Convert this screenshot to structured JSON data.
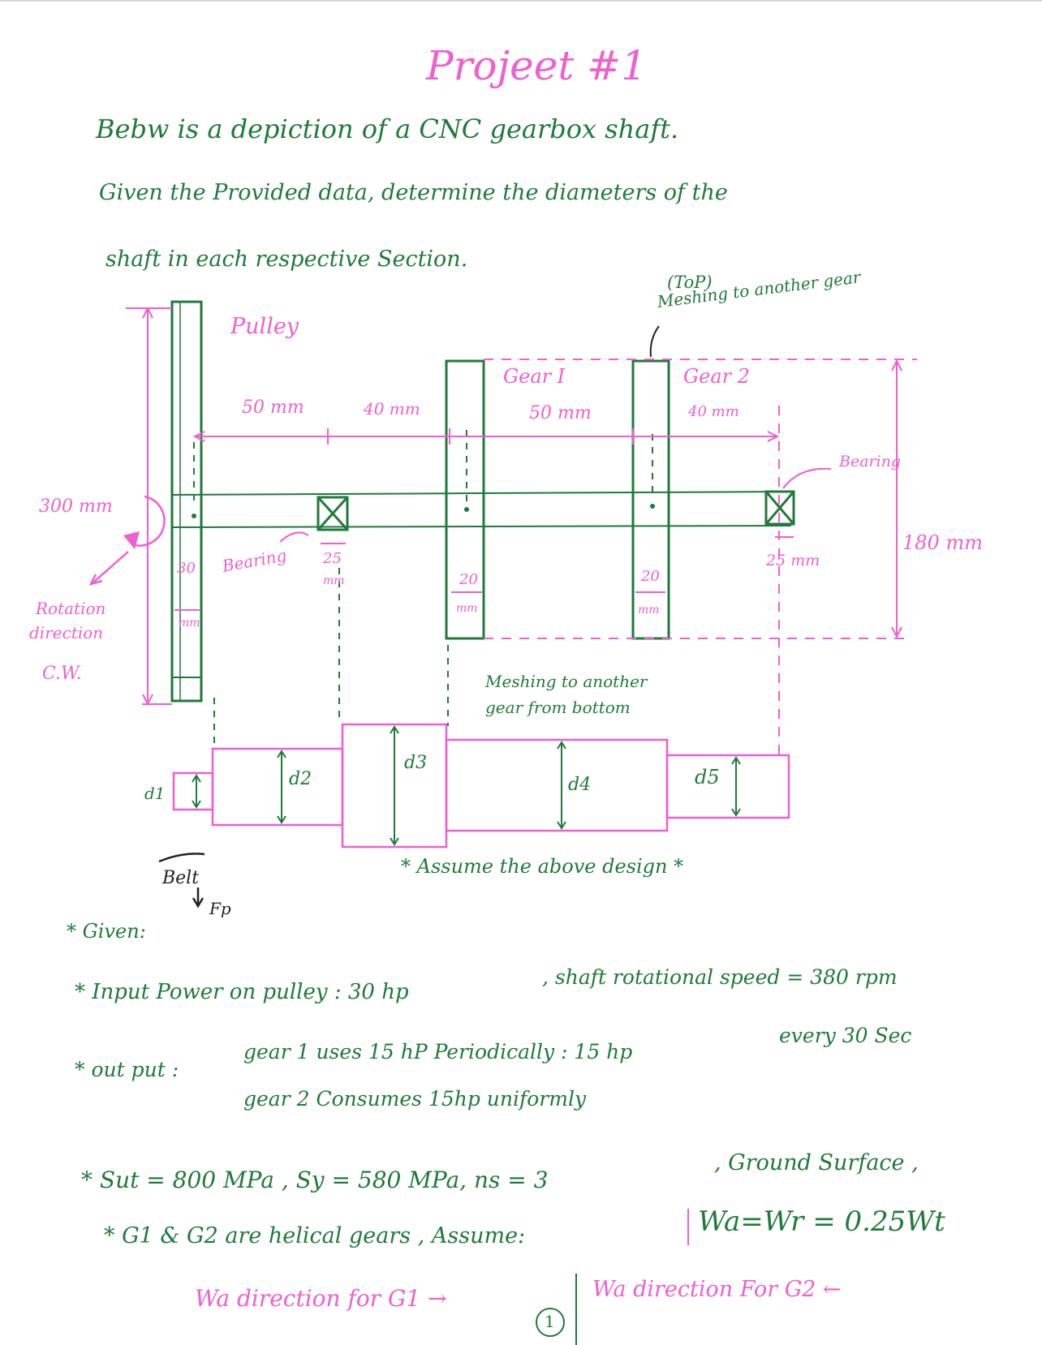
{
  "title": "Projeet #1",
  "intro": {
    "line1": "Bebw is a depiction of a CNC gearbox shaft.",
    "line2": "Given the Provided data, determine the diameters of the",
    "line3": "shaft in each respective Section."
  },
  "diagram": {
    "top_note": {
      "line1": "(ToP)",
      "line2": "Meshing to another gear"
    },
    "pulley": "Pulley",
    "gear1": "Gear I",
    "gear2": "Gear 2",
    "dim_50_left": "50 mm",
    "dim_40_left": "40 mm",
    "dim_50_mid": "50 mm",
    "dim_40_right": "40 mm",
    "dim_300": "300 mm",
    "rotation": {
      "line1": "Rotation",
      "line2": "direction",
      "line3": "C.W."
    },
    "dim_30": "30",
    "dim_30_unit": "mm",
    "bearing_left": "Bearing",
    "bearing_right": "Bearing",
    "dim_25_left": "25",
    "dim_25_left_unit": "mm",
    "dim_20_g1": "20",
    "dim_20_g1_unit": "mm",
    "dim_20_g2": "20",
    "dim_20_g2_unit": "mm",
    "dim_25_right": "25 mm",
    "dim_180": "180 mm",
    "bottom_note": {
      "line1": "Meshing to another",
      "line2": "gear   from bottom"
    },
    "d1": "d1",
    "d2": "d2",
    "d3": "d3",
    "d4": "d4",
    "d5": "d5",
    "belt": "Belt",
    "fp": "Fp",
    "assume": "* Assume the above design *"
  },
  "given": {
    "heading": "* Given:",
    "input": "* Input Power on pulley : 30 hp",
    "speed": ", shaft rotational speed = 380 rpm",
    "output_label": "* out put :",
    "g1_line": "gear 1 uses 15 hP Periodically : 15 hp",
    "every": "every 30 Sec",
    "g2_line": "gear 2 Consumes 15hp uniformly",
    "material": "* Sut = 800 MPa , Sy = 580 MPa, ns = 3",
    "surface": ", Ground Surface ,",
    "helical": "* G1 & G2 are helical gears , Assume:",
    "wa_formula": "Wa=Wr = 0.25Wt",
    "wa_g1": "Wa direction for G1 →",
    "wa_g2": "Wa direction For G2 ←",
    "page_number": "1"
  },
  "colors": {
    "green_ink": "#1f7a3a",
    "pink_ink": "#ee5fcf"
  }
}
